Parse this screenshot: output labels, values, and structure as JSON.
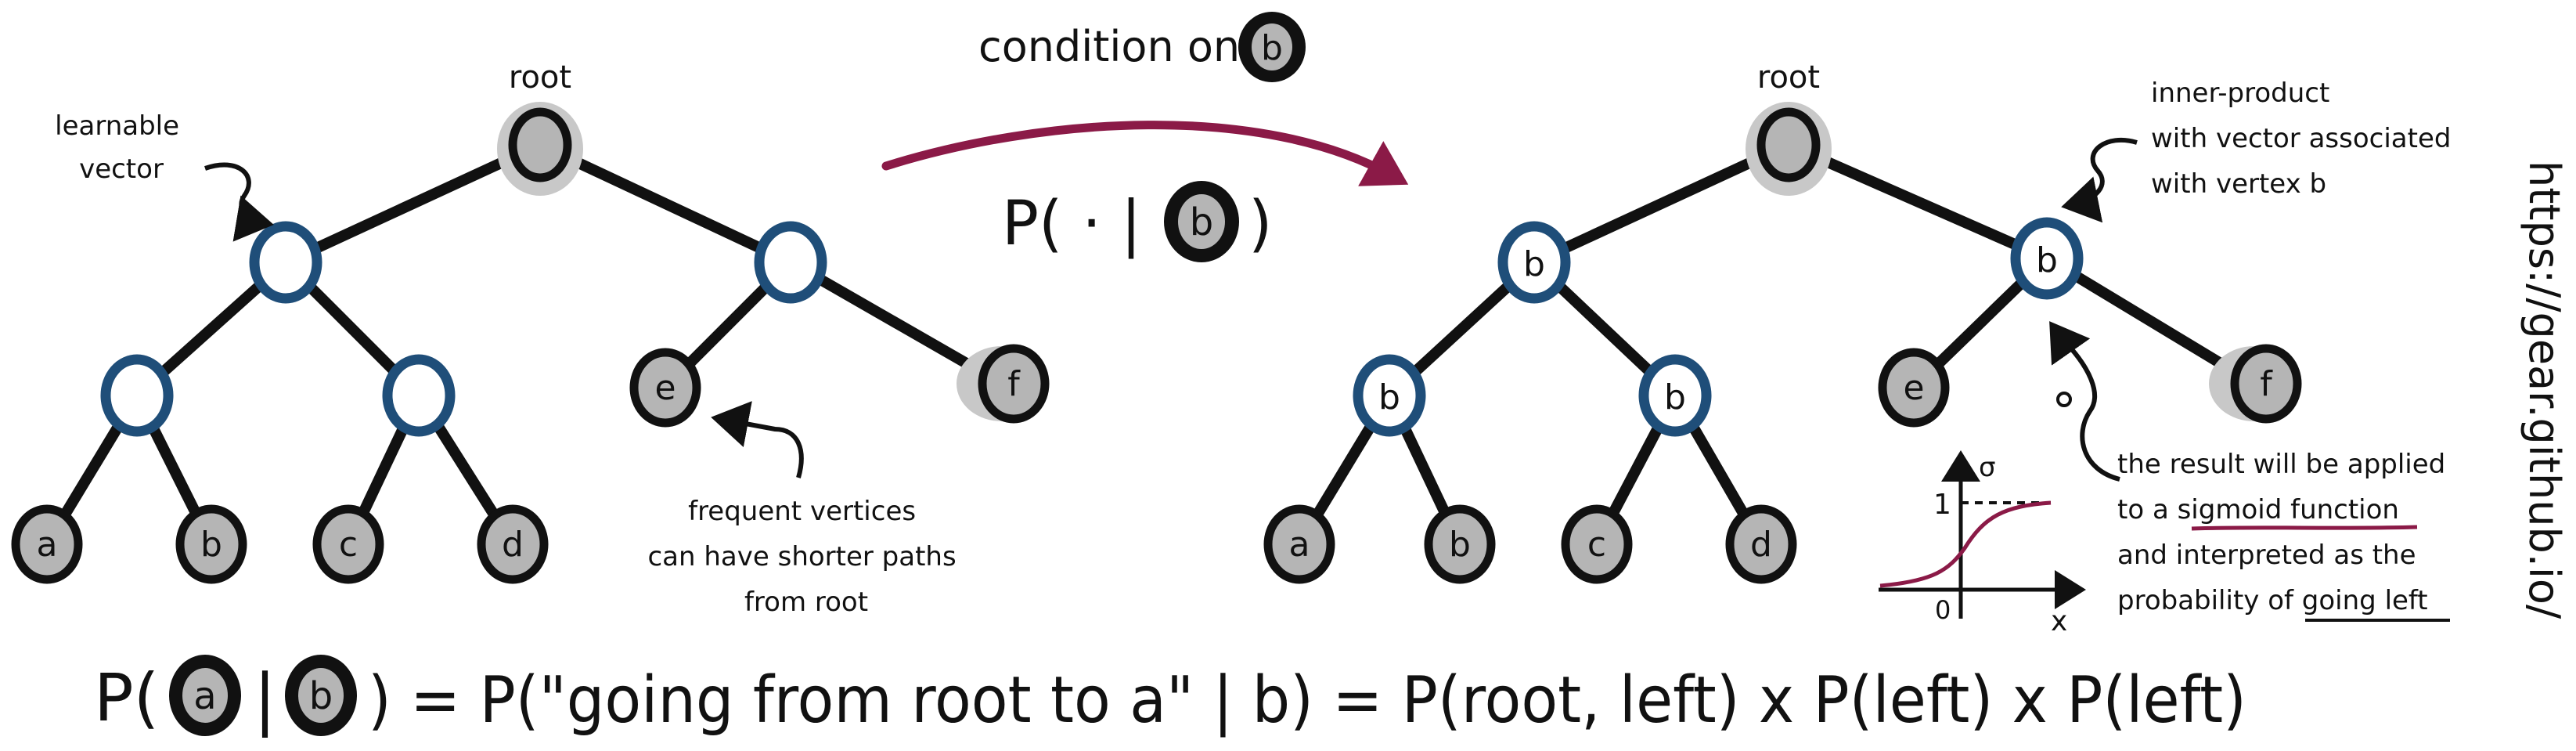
{
  "left_tree": {
    "root_label": "root",
    "annotation_vector": [
      "learnable",
      "vector"
    ],
    "annotation_frequent": [
      "frequent vertices",
      "can have shorter paths",
      "from root"
    ],
    "leaves": [
      "a",
      "b",
      "c",
      "d",
      "e",
      "f"
    ]
  },
  "middle": {
    "condition_text": "condition on",
    "condition_node": "b",
    "prob_prefix": "P( · |",
    "prob_node": "b",
    "prob_suffix": ")"
  },
  "right_tree": {
    "root_label": "root",
    "annotation_inner": [
      "inner-product",
      "with vector associated",
      "with vertex b"
    ],
    "inner_labels": [
      "b",
      "b",
      "b",
      "b"
    ],
    "leaves": [
      "a",
      "b",
      "c",
      "d",
      "e",
      "f"
    ],
    "annotation_result": {
      "line1": "the result will be applied",
      "line2_prefix": "to a ",
      "line2_link": "sigmoid function",
      "line3": "and interpreted as the",
      "line4_prefix": "probability of ",
      "line4_link": "going left"
    },
    "sigmoid_plot": {
      "y_label": "σ",
      "y_tick": "1",
      "x_tick": "0",
      "x_label": "x"
    }
  },
  "url_text": "https://gear.github.io/",
  "formula": {
    "p1": "P(",
    "node_a": "a",
    "bar": "|",
    "node_b": "b",
    "rest": ") = P(\"going from root to a\" | b) = P(root, left) x P(left) x P(left)"
  },
  "colors": {
    "ink": "#111111",
    "node_fill": "#b5b5b5",
    "inner_stroke": "#1f4e79",
    "arrow": "#8b1a47",
    "underline": "#8b1a47",
    "shadow": "#c8c8c8"
  }
}
